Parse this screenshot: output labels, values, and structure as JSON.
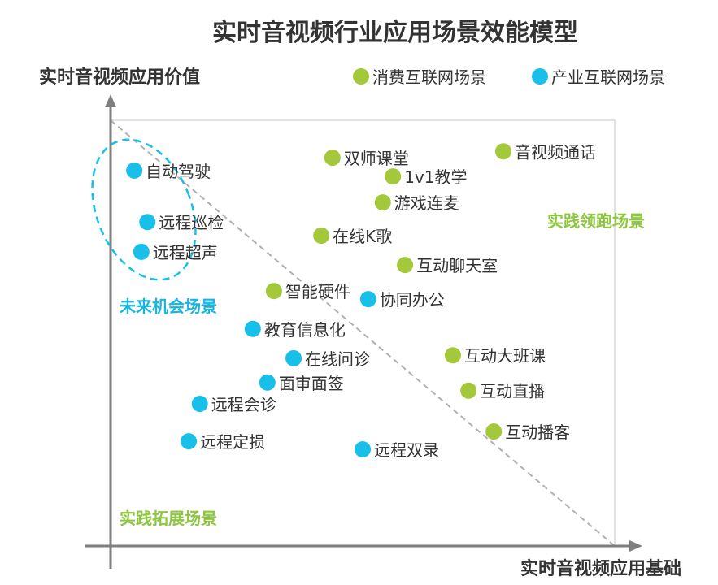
{
  "chart_data": {
    "type": "scatter",
    "title": "实时音视频行业应用场景效能模型",
    "xlabel": "实时音视频应用基础",
    "ylabel": "实时音视频应用价值",
    "xlim": [
      0,
      100
    ],
    "ylim": [
      0,
      100
    ],
    "grid": false,
    "legend_position": "top-right",
    "colors": {
      "consumer": "#a3c83a",
      "industry": "#18bfe9",
      "axis": "#7f7f7f"
    },
    "series": [
      {
        "key": "consumer",
        "name": "消费互联网场景",
        "points": [
          {
            "label": "双师课堂",
            "x": 44.0,
            "y": 91.2
          },
          {
            "label": "1v1教学",
            "x": 56.0,
            "y": 86.8
          },
          {
            "label": "游戏连麦",
            "x": 54.0,
            "y": 80.7
          },
          {
            "label": "音视频通话",
            "x": 77.9,
            "y": 92.7
          },
          {
            "label": "在线K歌",
            "x": 41.8,
            "y": 72.9
          },
          {
            "label": "互动聊天室",
            "x": 58.4,
            "y": 66.0
          },
          {
            "label": "智能硬件",
            "x": 32.4,
            "y": 59.9
          },
          {
            "label": "互动大班课",
            "x": 67.9,
            "y": 44.8
          },
          {
            "label": "互动直播",
            "x": 71.0,
            "y": 36.5
          },
          {
            "label": "互动播客",
            "x": 76.0,
            "y": 26.9
          }
        ]
      },
      {
        "key": "industry",
        "name": "产业互联网场景",
        "points": [
          {
            "label": "自动驾驶",
            "x": 4.7,
            "y": 88.2
          },
          {
            "label": "远程巡检",
            "x": 7.3,
            "y": 76.1
          },
          {
            "label": "远程超声",
            "x": 6.1,
            "y": 69.1
          },
          {
            "label": "协同办公",
            "x": 51.1,
            "y": 58.0
          },
          {
            "label": "教育信息化",
            "x": 28.2,
            "y": 51.0
          },
          {
            "label": "在线问诊",
            "x": 36.3,
            "y": 44.1
          },
          {
            "label": "面审面签",
            "x": 31.1,
            "y": 38.4
          },
          {
            "label": "远程会诊",
            "x": 17.7,
            "y": 33.4
          },
          {
            "label": "远程定损",
            "x": 15.5,
            "y": 24.6
          },
          {
            "label": "远程双录",
            "x": 50.0,
            "y": 22.7
          }
        ]
      }
    ],
    "annotations": {
      "practice_leading": "实践领跑场景",
      "future_opportunity": "未来机会场景",
      "practice_expansion": "实践拓展场景"
    }
  }
}
